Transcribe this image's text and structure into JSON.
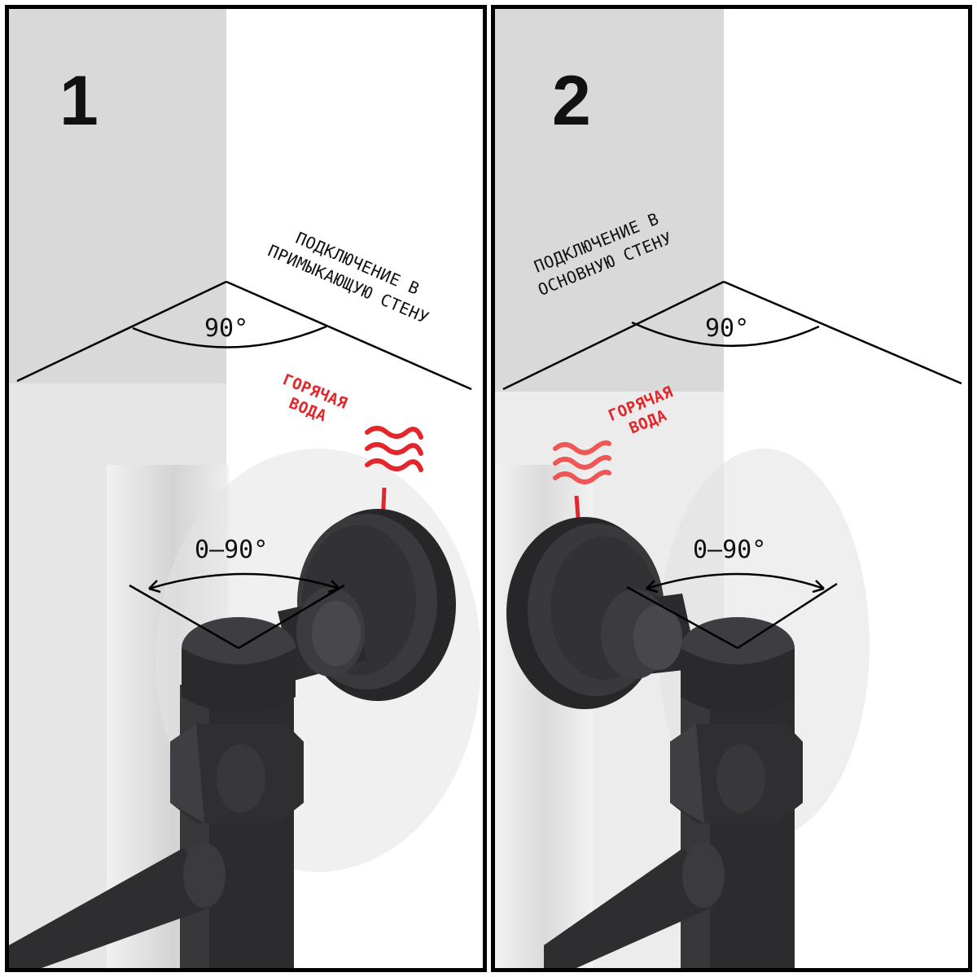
{
  "panels": [
    {
      "number": "1",
      "caption_line1": "ПОДКЛЮЧЕНИЕ В",
      "caption_line2": "ПРИМЫКАЮЩУЮ СТЕНУ",
      "wall_angle": "90°",
      "rotation_range": "0–90°",
      "hot_line1": "ГОРЯЧАЯ",
      "hot_line2": "ВОДА"
    },
    {
      "number": "2",
      "caption_line1": "ПОДКЛЮЧЕНИЕ В",
      "caption_line2": "ОСНОВНУЮ СТЕНУ",
      "wall_angle": "90°",
      "rotation_range": "0–90°",
      "hot_line1": "ГОРЯЧАЯ",
      "hot_line2": "ВОДА"
    }
  ],
  "colors": {
    "wall_grey": "#d9d9d9",
    "wall_white": "#ffffff",
    "pipe": "#2e2e30",
    "hot_water": "#e3262b"
  }
}
